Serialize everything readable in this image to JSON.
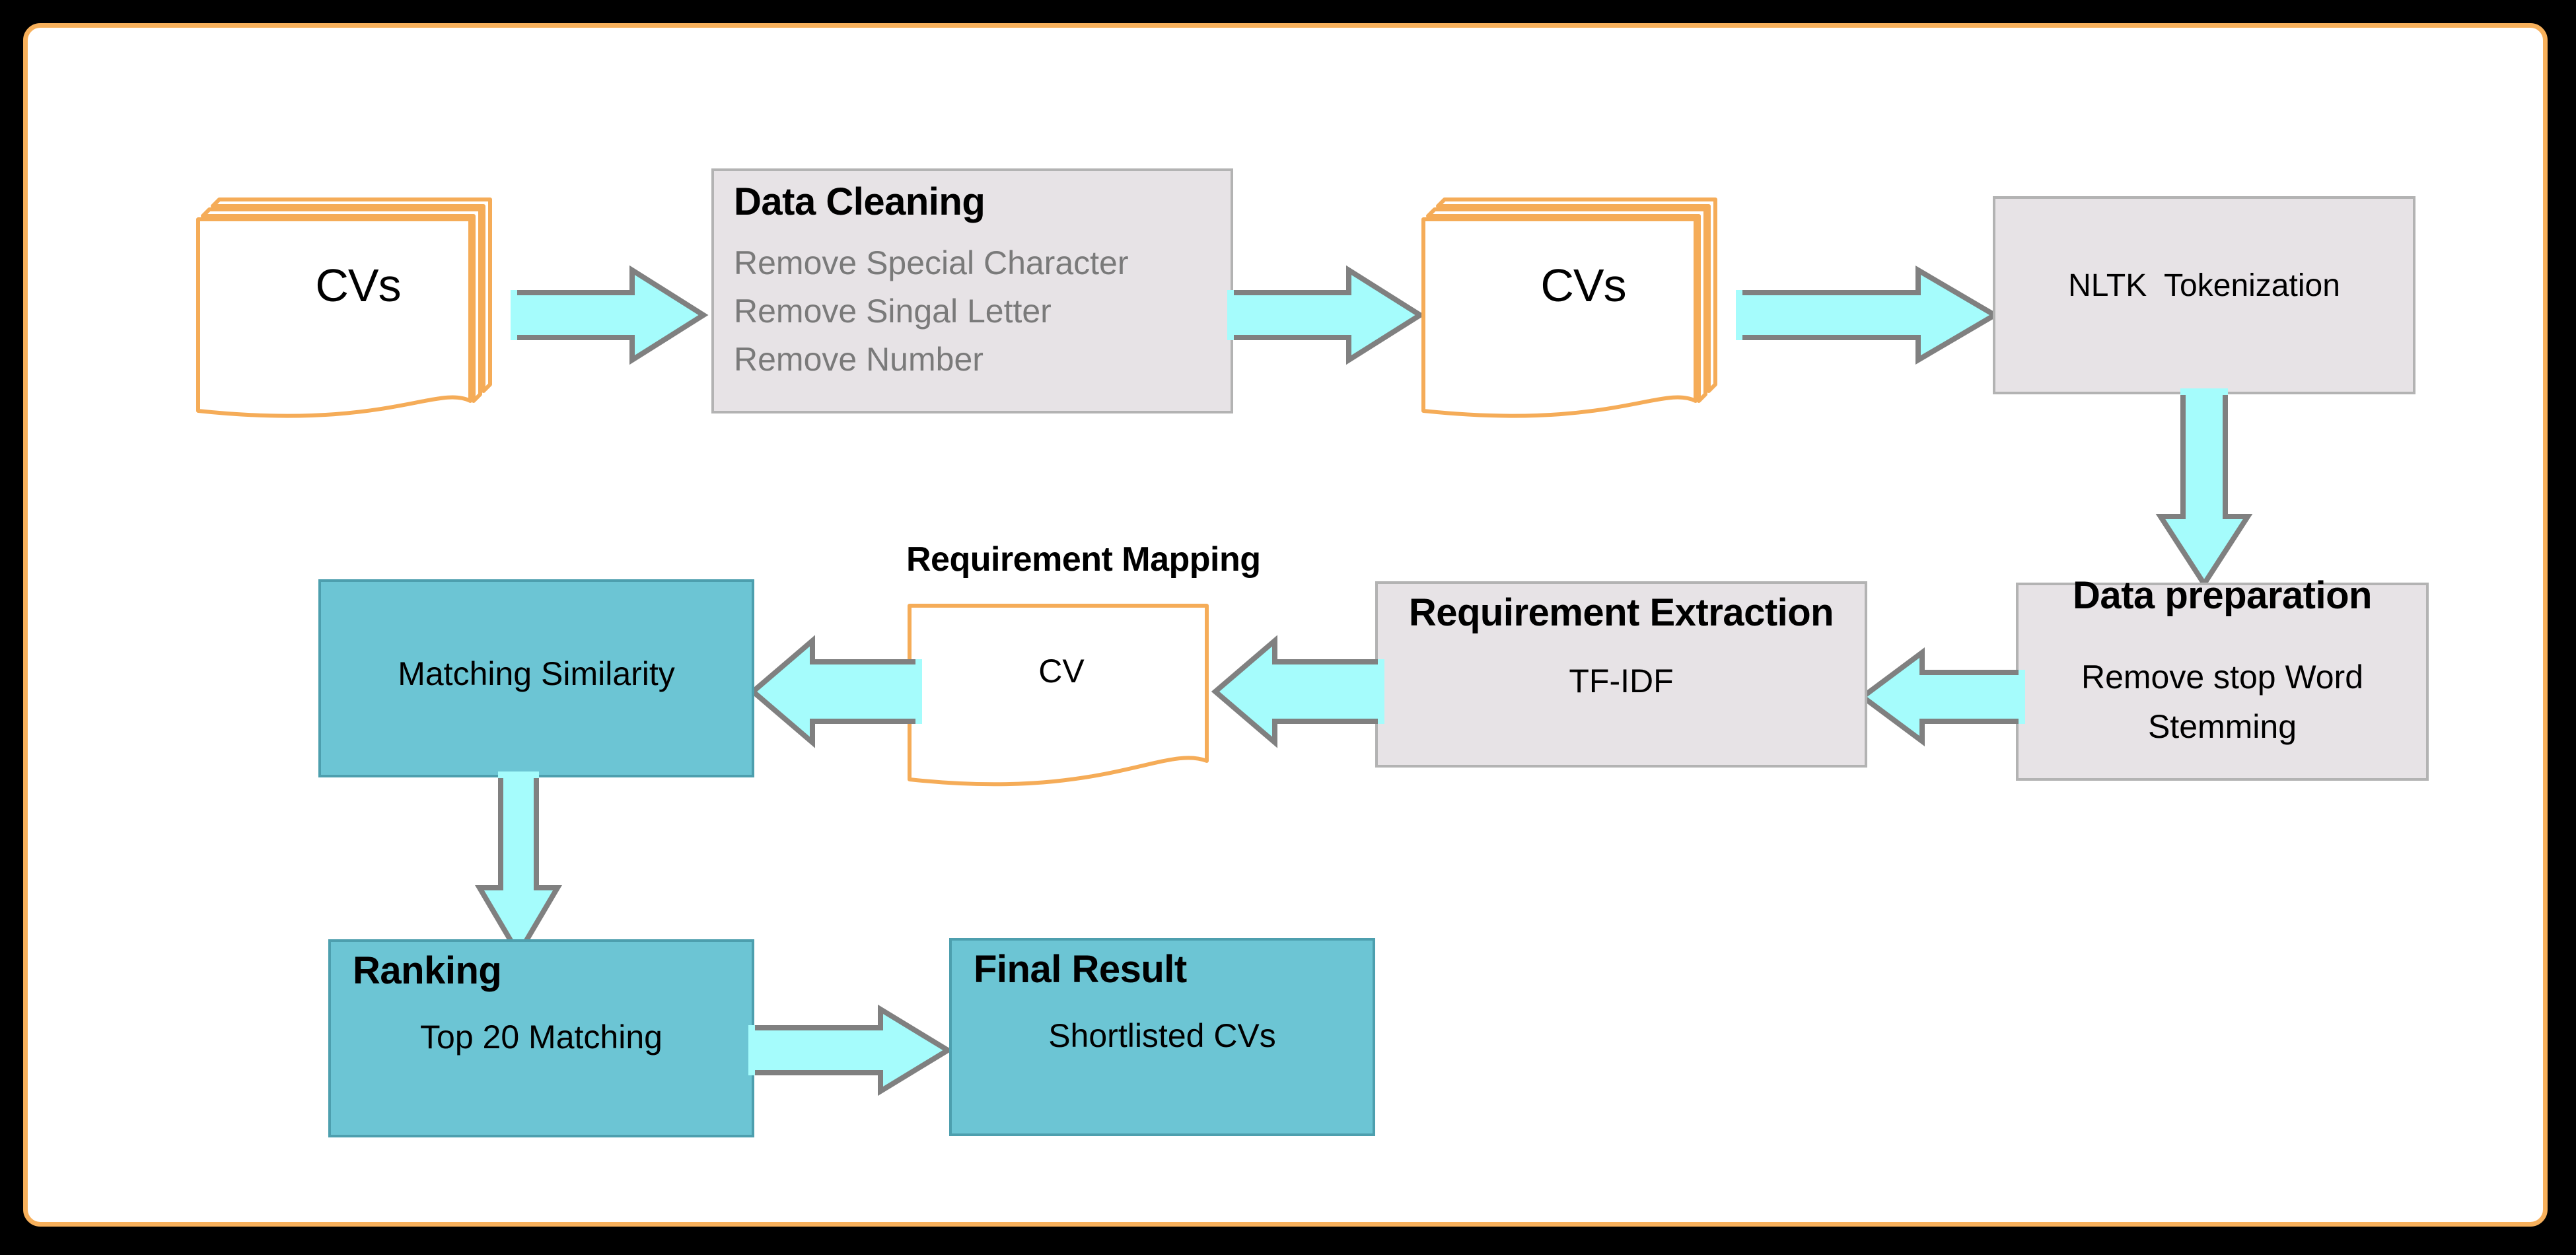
{
  "diagram": {
    "title": "CV Shortlisting Pipeline Flowchart",
    "colors": {
      "background": "#000000",
      "canvas": "#ffffff",
      "canvas_border": "#F7B05B",
      "grey_box_fill": "#E7E3E6",
      "grey_box_border": "#B3B3B3",
      "teal_box_fill": "#6CC5D4",
      "teal_box_border": "#4D9FAE",
      "arrow_fill": "#A5FCFC",
      "arrow_outline": "#808080",
      "document_outline": "#F5AC58",
      "muted_text": "#7A7A7A"
    },
    "nodes": {
      "cvs_input": {
        "label": "CVs",
        "shape": "multi-document"
      },
      "data_cleaning": {
        "title": "Data Cleaning",
        "items": [
          "Remove Special Character",
          "Remove Singal Letter",
          "Remove Number"
        ]
      },
      "cvs_cleaned": {
        "label": "CVs",
        "shape": "multi-document"
      },
      "nltk": {
        "title": "NLTK  Tokenization"
      },
      "data_preparation": {
        "title": "Data preparation",
        "items": [
          "Remove stop Word",
          "Stemming"
        ]
      },
      "requirement_extraction": {
        "title": "Requirement Extraction",
        "subtitle": "TF-IDF"
      },
      "requirement_mapping": {
        "caption": "Requirement Mapping",
        "label": "CV",
        "shape": "document"
      },
      "matching_similarity": {
        "title": "Matching Similarity"
      },
      "ranking": {
        "title": "Ranking",
        "subtitle": "Top 20 Matching"
      },
      "final_result": {
        "title": "Final Result",
        "subtitle": "Shortlisted CVs"
      }
    },
    "edges": [
      {
        "from": "cvs_input",
        "to": "data_cleaning",
        "direction": "right"
      },
      {
        "from": "data_cleaning",
        "to": "cvs_cleaned",
        "direction": "right"
      },
      {
        "from": "cvs_cleaned",
        "to": "nltk",
        "direction": "right"
      },
      {
        "from": "nltk",
        "to": "data_preparation",
        "direction": "down"
      },
      {
        "from": "data_preparation",
        "to": "requirement_extraction",
        "direction": "left"
      },
      {
        "from": "requirement_extraction",
        "to": "requirement_mapping",
        "direction": "left"
      },
      {
        "from": "requirement_mapping",
        "to": "matching_similarity",
        "direction": "left"
      },
      {
        "from": "matching_similarity",
        "to": "ranking",
        "direction": "down"
      },
      {
        "from": "ranking",
        "to": "final_result",
        "direction": "right"
      }
    ]
  }
}
